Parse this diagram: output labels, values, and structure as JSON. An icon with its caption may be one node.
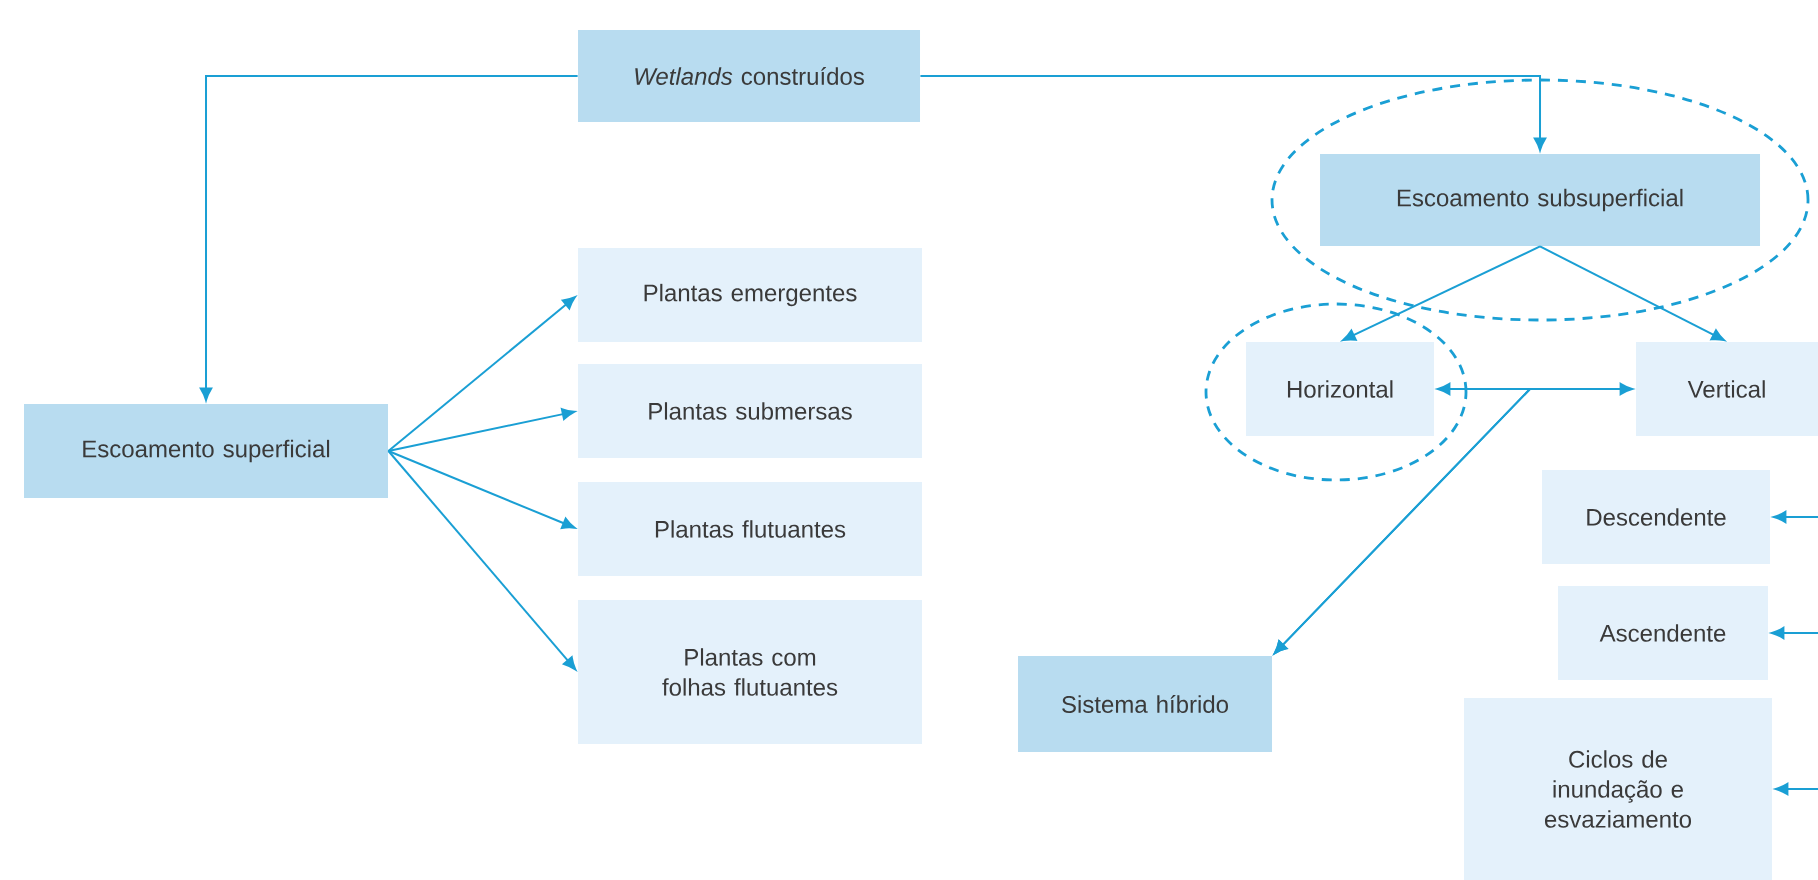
{
  "diagram": {
    "nodes": [
      {
        "text": [
          "*Wetlands* construídos"
        ]
      },
      {
        "text": [
          "Escoamento superficial"
        ]
      },
      {
        "text": [
          "Plantas emergentes"
        ]
      },
      {
        "text": [
          "Plantas submersas"
        ]
      },
      {
        "text": [
          "Plantas flutuantes"
        ]
      },
      {
        "text": [
          "Plantas com folhas flutuantes"
        ]
      },
      {
        "text": [
          "Escoamento subsuperficial"
        ]
      },
      {
        "text": [
          "Horizontal"
        ]
      },
      {
        "text": [
          "Vertical"
        ]
      },
      {
        "text": [
          "Sistema híbrido"
        ]
      },
      {
        "text": [
          "Descendente"
        ]
      },
      {
        "text": [
          "Ascendente"
        ]
      },
      {
        "text": [
          "Ciclos de inundação e esvaziamento"
        ]
      }
    ],
    "edges": [
      {
        "from": 0,
        "to": 1,
        "arrow": "to"
      },
      {
        "from": 0,
        "to": 6,
        "arrow": "to"
      },
      {
        "from": 1,
        "to": 2,
        "arrow": "to"
      },
      {
        "from": 1,
        "to": 3,
        "arrow": "to"
      },
      {
        "from": 1,
        "to": 4,
        "arrow": "to"
      },
      {
        "from": 1,
        "to": 5,
        "arrow": "to"
      },
      {
        "from": 6,
        "to": 7,
        "arrow": "to"
      },
      {
        "from": 6,
        "to": 8,
        "arrow": "to"
      },
      {
        "from": 7,
        "to": 8,
        "arrow": "both"
      },
      {
        "from": 7,
        "to": 9,
        "arrow": "to"
      },
      {
        "from": 8,
        "to": 9,
        "arrow": "to"
      },
      {
        "from": null,
        "to": 10,
        "arrow": "to"
      },
      {
        "from": null,
        "to": 11,
        "arrow": "to"
      },
      {
        "from": null,
        "to": 12,
        "arrow": "to"
      }
    ]
  }
}
